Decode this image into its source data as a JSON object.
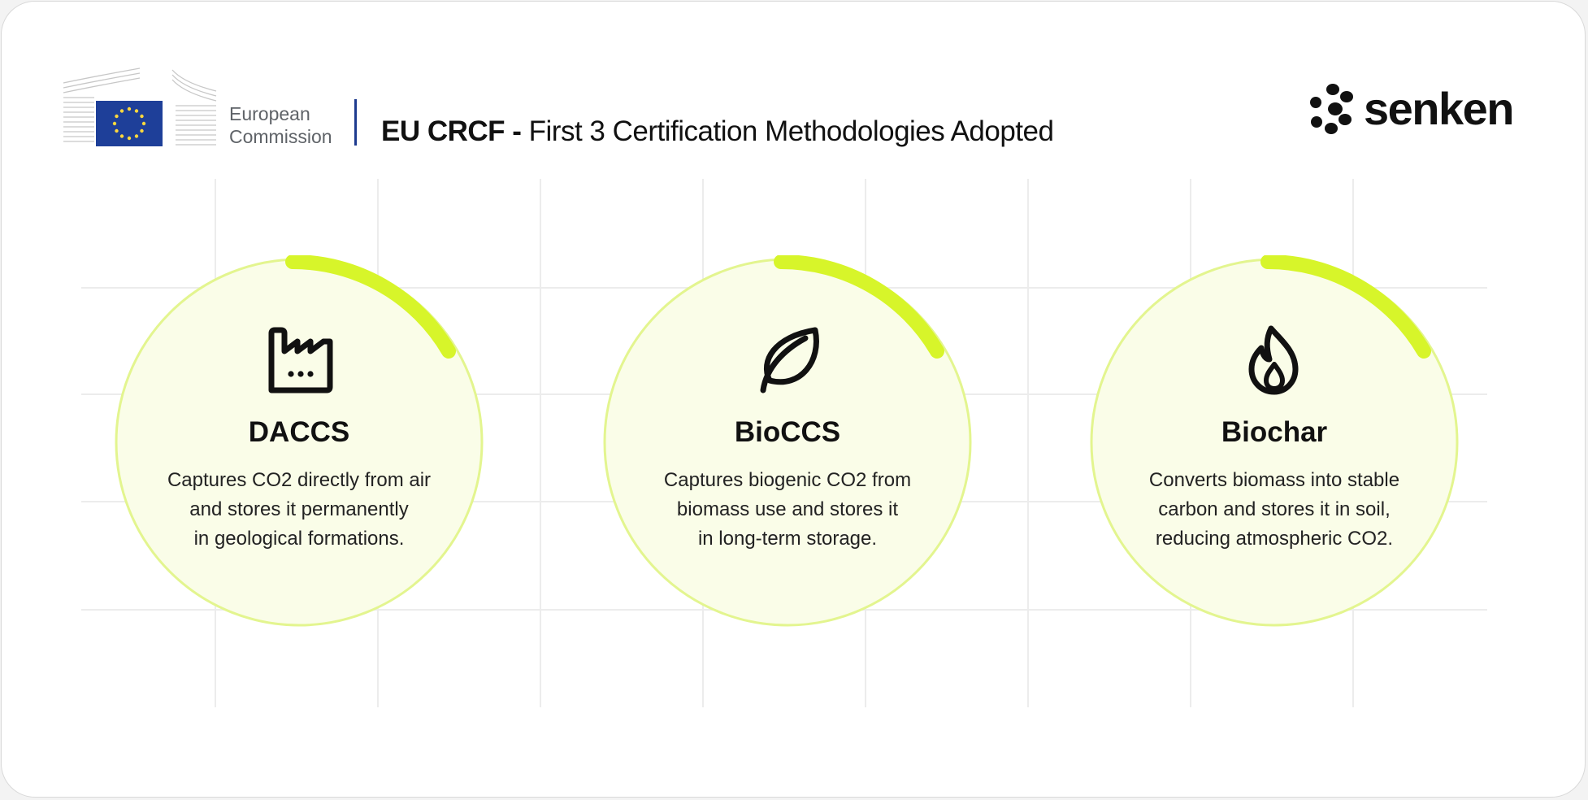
{
  "header": {
    "org_line1": "European",
    "org_line2": "Commission",
    "title_bold": "EU CRCF - ",
    "title_rest": "First 3 Certification Methodologies Adopted",
    "brand_name": "senken"
  },
  "colors": {
    "accent": "#d7f52a",
    "circle_fill": "#fafde8",
    "circle_stroke": "#e3f58f",
    "grid": "#ececec",
    "eu_blue": "#1e3f99",
    "eu_star": "#ffd83d"
  },
  "methodologies": [
    {
      "name": "DACCS",
      "icon": "factory-icon",
      "desc_lines": [
        "Captures CO2 directly from air",
        "and stores it permanently",
        "in geological formations."
      ]
    },
    {
      "name": "BioCCS",
      "icon": "leaf-icon",
      "desc_lines": [
        "Captures biogenic CO2 from",
        "biomass use and stores it",
        "in long-term storage."
      ]
    },
    {
      "name": "Biochar",
      "icon": "flame-icon",
      "desc_lines": [
        "Converts biomass into stable",
        "carbon and stores it in soil,",
        "reducing atmospheric CO2."
      ]
    }
  ]
}
